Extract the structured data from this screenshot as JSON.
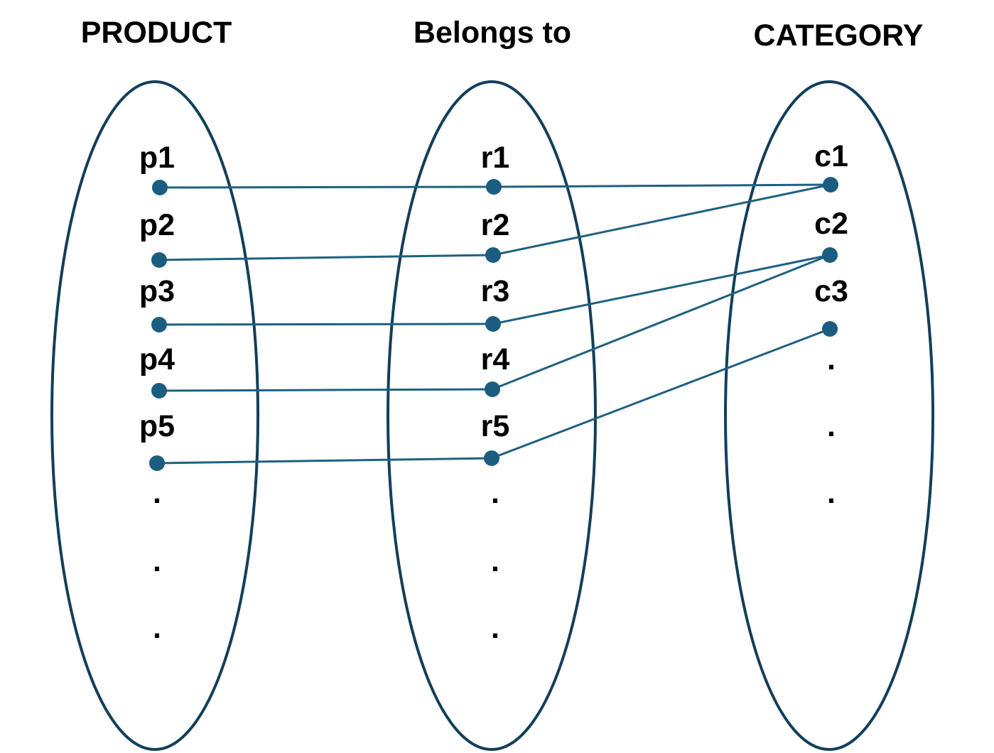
{
  "colors": {
    "stroke": "#123f5a",
    "connector": "#1f6080",
    "dot": "#1b5d80",
    "text": "#000000"
  },
  "sets": [
    {
      "id": "product",
      "title": "PRODUCT",
      "items": [
        "p1",
        "p2",
        "p3",
        "p4",
        "p5"
      ],
      "more": [
        ".",
        ".",
        "."
      ]
    },
    {
      "id": "relationship",
      "title": "Belongs to",
      "items": [
        "r1",
        "r2",
        "r3",
        "r4",
        "r5"
      ],
      "more": [
        ".",
        ".",
        "."
      ]
    },
    {
      "id": "category",
      "title": "CATEGORY",
      "items": [
        "c1",
        "c2",
        "c3"
      ],
      "more": [
        ".",
        ".",
        "."
      ]
    }
  ],
  "links": [
    {
      "from": "p1",
      "to": "r1"
    },
    {
      "from": "p2",
      "to": "r2"
    },
    {
      "from": "p3",
      "to": "r3"
    },
    {
      "from": "p4",
      "to": "r4"
    },
    {
      "from": "p5",
      "to": "r5"
    },
    {
      "from": "r1",
      "to": "c1"
    },
    {
      "from": "r2",
      "to": "c1"
    },
    {
      "from": "r3",
      "to": "c2"
    },
    {
      "from": "r4",
      "to": "c2"
    },
    {
      "from": "r5",
      "to": "c3"
    }
  ]
}
